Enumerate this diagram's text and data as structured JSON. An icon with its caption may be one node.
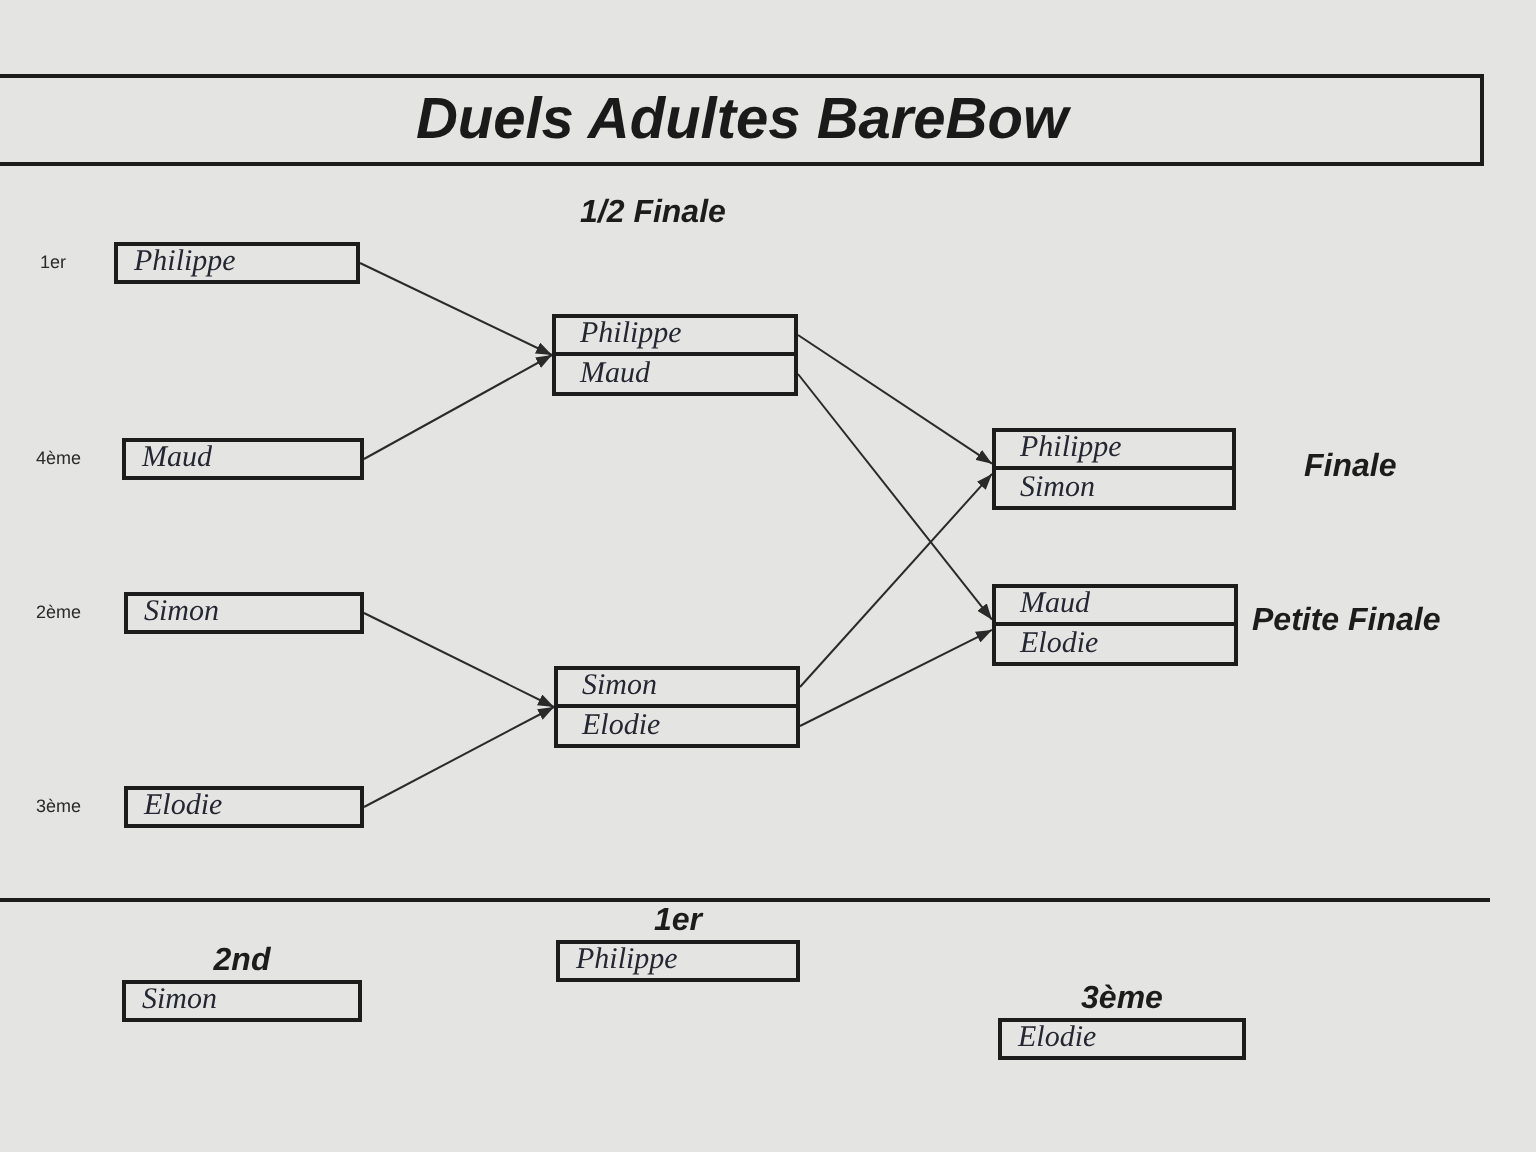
{
  "diagram": {
    "title": "Duels Adultes BareBow",
    "nodes": [
      {
        "text": [
          "Philippe"
        ],
        "beside": [
          "1er"
        ]
      },
      {
        "text": [
          "Maud"
        ],
        "beside": [
          "4ème"
        ]
      },
      {
        "text": [
          "Simon"
        ],
        "beside": [
          "2ème"
        ]
      },
      {
        "text": [
          "Elodie"
        ],
        "beside": [
          "3ème"
        ]
      },
      {
        "text": [],
        "shape": "box"
      },
      {
        "text": [
          "Philippe"
        ],
        "in": 4
      },
      {
        "text": [
          "Maud"
        ],
        "in": 4
      },
      {
        "text": [],
        "shape": "box"
      },
      {
        "text": [
          "Simon"
        ],
        "in": 7
      },
      {
        "text": [
          "Elodie"
        ],
        "in": 7
      },
      {
        "text": [],
        "shape": "box",
        "beside": [
          "Finale"
        ]
      },
      {
        "text": [
          "Philippe"
        ],
        "in": 10
      },
      {
        "text": [
          "Simon"
        ],
        "in": 10
      },
      {
        "text": [],
        "shape": "box",
        "beside": [
          "Petite Finale"
        ]
      },
      {
        "text": [
          "Maud"
        ],
        "in": 13
      },
      {
        "text": [
          "Elodie"
        ],
        "in": 13
      },
      {
        "text": [
          "2nd",
          "Simon"
        ]
      },
      {
        "text": [
          "1er",
          "Philippe"
        ]
      },
      {
        "text": [
          "3ème",
          "Elodie"
        ]
      }
    ],
    "edges": [
      {
        "from": 0,
        "to": 4,
        "arrow": "to"
      },
      {
        "from": 1,
        "to": 4,
        "arrow": "to"
      },
      {
        "from": 2,
        "to": 7,
        "arrow": "to"
      },
      {
        "from": 3,
        "to": 7,
        "arrow": "to"
      },
      {
        "from": 5,
        "to": 11,
        "arrow": "to"
      },
      {
        "from": 6,
        "to": 14,
        "arrow": "to"
      },
      {
        "from": 8,
        "to": 12,
        "arrow": "to"
      },
      {
        "from": 9,
        "to": 15,
        "arrow": "to"
      }
    ],
    "labels": [
      "1/2 Finale"
    ]
  }
}
